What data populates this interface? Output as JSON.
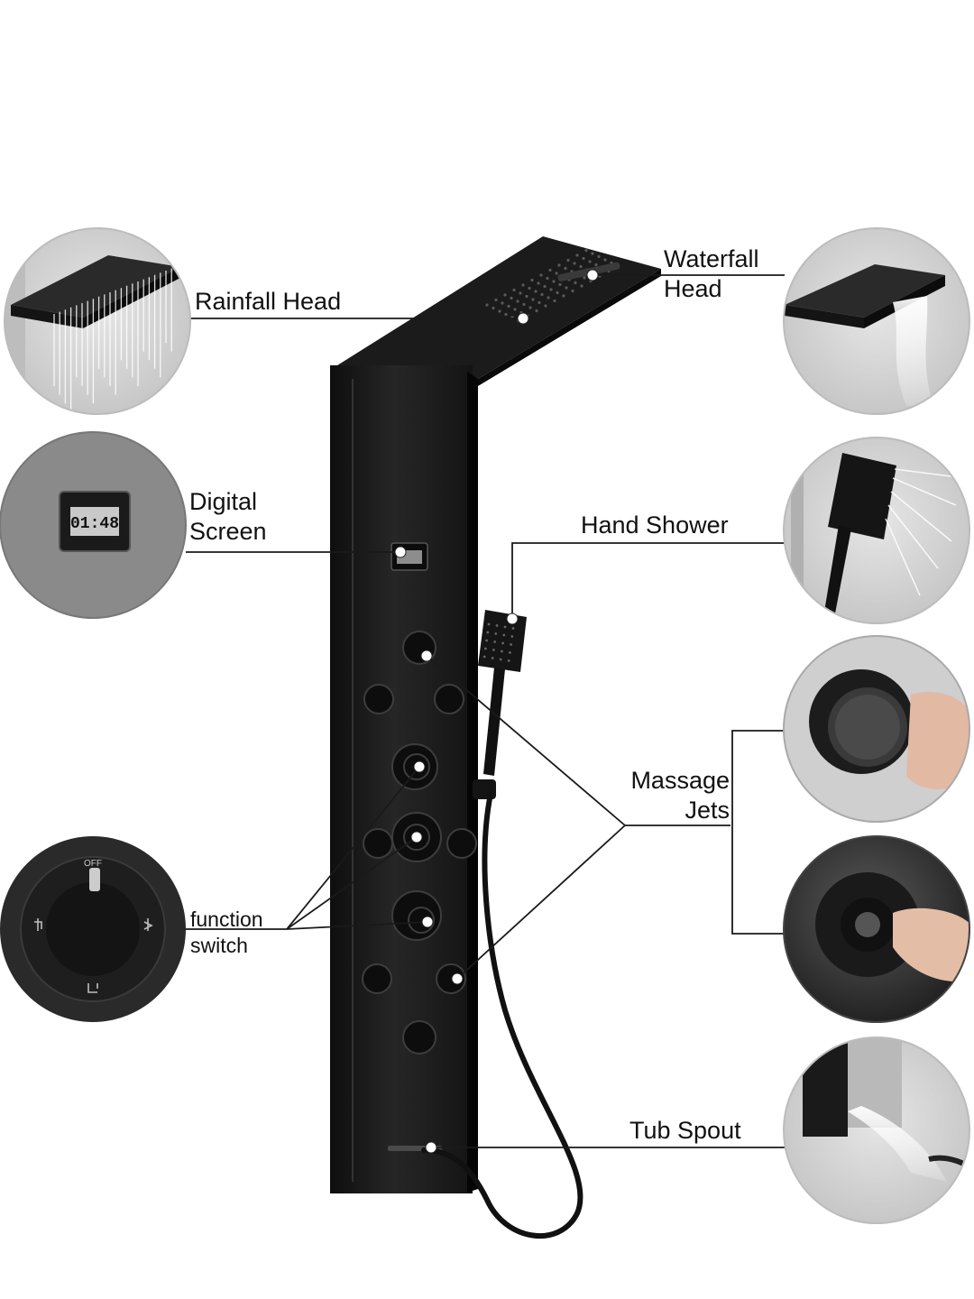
{
  "labels": {
    "rainfall_head": "Rainfall Head",
    "waterfall_head": [
      "Waterfall",
      "Head"
    ],
    "digital_screen": [
      "Digital",
      "Screen"
    ],
    "hand_shower": "Hand Shower",
    "massage_jets": [
      "Massage",
      "Jets"
    ],
    "function_switch": [
      "function",
      "switch"
    ],
    "tub_spout": "Tub Spout"
  },
  "digital_screen_reading": "01:48",
  "dial_marking": "OFF",
  "colors": {
    "background": "#ffffff",
    "panel": "#1a1a1a",
    "circle_bg": "#d9d9d9",
    "leader_line": "#1a1a1a",
    "marker_dot": "#ffffff"
  }
}
